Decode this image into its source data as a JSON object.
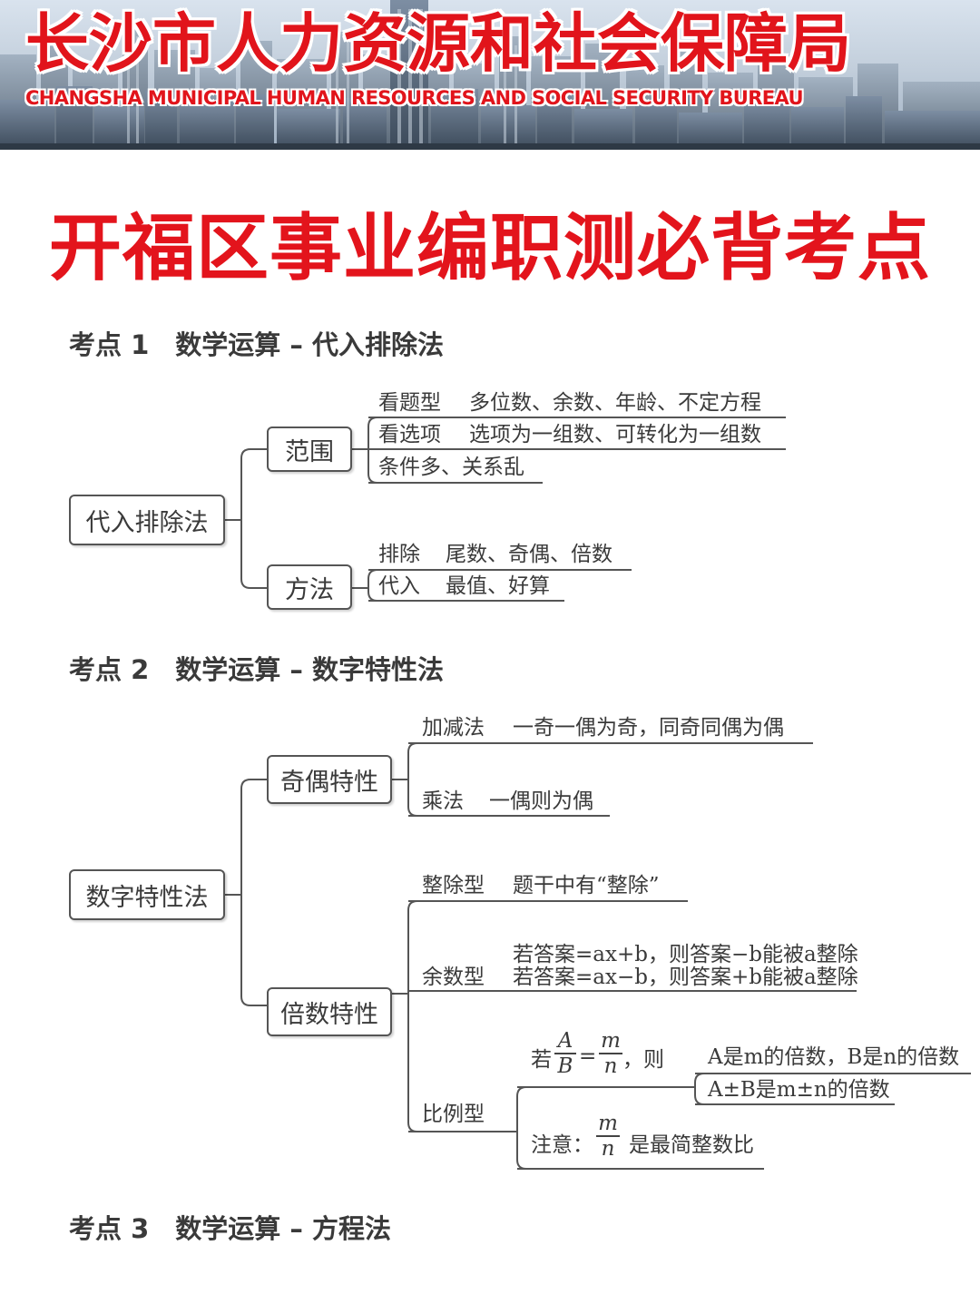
{
  "banner": {
    "title": "长沙市人力资源和社会保障局",
    "subtitle": "CHANGSHA MUNICIPAL HUMAN RESOURCES AND SOCIAL SECURITY BUREAU"
  },
  "main_title": "开福区事业编职测必背考点",
  "sections": [
    {
      "heading": "考点 1　数学运算 – 代入排除法",
      "root": "代入排除法",
      "branches": [
        {
          "label": "范围",
          "leaves": [
            {
              "key": "看题型",
              "value": "多位数、余数、年龄、不定方程"
            },
            {
              "key": "看选项",
              "value": "选项为一组数、可转化为一组数"
            },
            {
              "key": "条件多、关系乱",
              "value": ""
            }
          ]
        },
        {
          "label": "方法",
          "leaves": [
            {
              "key": "排除",
              "value": "尾数、奇偶、倍数"
            },
            {
              "key": "代入",
              "value": "最值、好算"
            }
          ]
        }
      ]
    },
    {
      "heading": "考点 2　数学运算 – 数字特性法",
      "root": "数字特性法",
      "branches": [
        {
          "label": "奇偶特性",
          "leaves": [
            {
              "key": "加减法",
              "value": "一奇一偶为奇，同奇同偶为偶"
            },
            {
              "key": "乘法",
              "value": "一偶则为偶"
            }
          ]
        },
        {
          "label": "倍数特性",
          "leaves": [
            {
              "key": "整除型",
              "value": "题干中有“整除”"
            },
            {
              "key": "余数型",
              "line1": "若答案=ax+b，则答案−b能被a整除",
              "line2": "若答案=ax−b，则答案+b能被a整除"
            },
            {
              "key": "比例型",
              "ratio": {
                "prefix": "若",
                "num1": "A",
                "den1": "B",
                "eq": "=",
                "num2": "m",
                "den2": "n",
                "suffix": "，则",
                "results": [
                  "A是m的倍数，B是n的倍数",
                  "A±B是m±n的倍数"
                ]
              },
              "note": {
                "prefix": "注意：",
                "num": "m",
                "den": "n",
                "suffix": "是最简整数比"
              }
            }
          ]
        }
      ]
    },
    {
      "heading": "考点 3　数学运算 – 方程法"
    }
  ]
}
